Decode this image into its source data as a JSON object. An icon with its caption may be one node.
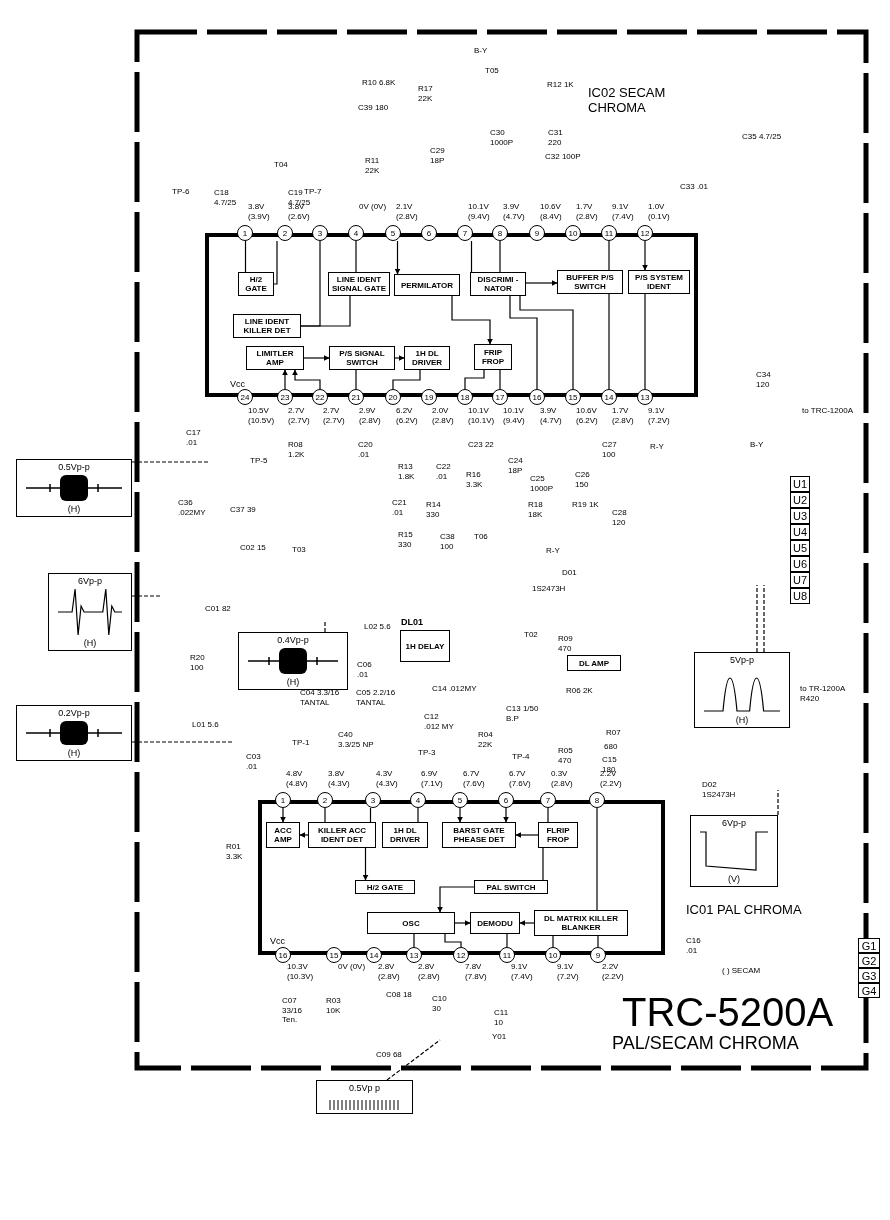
{
  "diagram": {
    "title": "TRC-5200A",
    "nodes": [
      {
        "text": [],
        "shape": "box"
      },
      {
        "text": [
          "H/2 GATE"
        ],
        "in": 0
      },
      {
        "text": [
          "LINE IDENT SIGNAL GATE"
        ],
        "in": 0
      },
      {
        "text": [
          "PERMILATOR"
        ],
        "in": 0
      },
      {
        "text": [
          "DISCRIMI -NATOR"
        ],
        "in": 0
      },
      {
        "text": [
          "BUFFER P/S SWITCH"
        ],
        "in": 0
      },
      {
        "text": [
          "P/S SYSTEM IDENT"
        ],
        "in": 0
      },
      {
        "text": [
          "LINE IDENT KILLER DET"
        ],
        "in": 0
      },
      {
        "text": [
          "LIMITLER AMP"
        ],
        "in": 0
      },
      {
        "text": [
          "P/S SIGNAL SWITCH"
        ],
        "in": 0
      },
      {
        "text": [
          "1H DL DRIVER"
        ],
        "in": 0
      },
      {
        "text": [
          "FRIP FROP"
        ],
        "in": 0
      },
      {
        "text": [
          "1"
        ]
      },
      {
        "text": [
          "2"
        ]
      },
      {
        "text": [
          "3"
        ]
      },
      {
        "text": [
          "4"
        ]
      },
      {
        "text": [
          "5"
        ]
      },
      {
        "text": [
          "6"
        ]
      },
      {
        "text": [
          "7"
        ]
      },
      {
        "text": [
          "8"
        ]
      },
      {
        "text": [
          "9"
        ]
      },
      {
        "text": [
          "10"
        ]
      },
      {
        "text": [
          "11"
        ]
      },
      {
        "text": [
          "12"
        ]
      },
      {
        "text": [
          "24"
        ]
      },
      {
        "text": [
          "23"
        ]
      },
      {
        "text": [
          "22"
        ]
      },
      {
        "text": [
          "21"
        ]
      },
      {
        "text": [
          "20"
        ]
      },
      {
        "text": [
          "19"
        ]
      },
      {
        "text": [
          "18"
        ]
      },
      {
        "text": [
          "17"
        ]
      },
      {
        "text": [
          "16"
        ]
      },
      {
        "text": [
          "15"
        ]
      },
      {
        "text": [
          "14"
        ]
      },
      {
        "text": [
          "13"
        ]
      },
      {
        "text": [],
        "shape": "box"
      },
      {
        "text": [
          "ACC AMP"
        ],
        "in": 36
      },
      {
        "text": [
          "KILLER ACC IDENT DET"
        ],
        "in": 36
      },
      {
        "text": [
          "1H DL DRIVER"
        ],
        "in": 36
      },
      {
        "text": [
          "BARST GATE PHEASE DET"
        ],
        "in": 36
      },
      {
        "text": [
          "FLRIP FROP"
        ],
        "in": 36
      },
      {
        "text": [
          "H/2 GATE"
        ],
        "in": 36
      },
      {
        "text": [
          "PAL SWITCH"
        ],
        "in": 36
      },
      {
        "text": [
          "OSC"
        ],
        "in": 36
      },
      {
        "text": [
          "DEMODU"
        ],
        "in": 36
      },
      {
        "text": [
          "DL MATRIX KILLER BLANKER"
        ],
        "in": 36
      },
      {
        "text": [
          "1"
        ]
      },
      {
        "text": [
          "2"
        ]
      },
      {
        "text": [
          "3"
        ]
      },
      {
        "text": [
          "4"
        ]
      },
      {
        "text": [
          "5"
        ]
      },
      {
        "text": [
          "6"
        ]
      },
      {
        "text": [
          "7"
        ]
      },
      {
        "text": [
          "8"
        ]
      },
      {
        "text": [
          "16"
        ]
      },
      {
        "text": [
          "15"
        ]
      },
      {
        "text": [
          "14"
        ]
      },
      {
        "text": [
          "13"
        ]
      },
      {
        "text": [
          "12"
        ]
      },
      {
        "text": [
          "11"
        ]
      },
      {
        "text": [
          "10"
        ]
      },
      {
        "text": [
          "9"
        ]
      },
      {
        "text": [
          "1H DELAY"
        ],
        "beside": [
          "DL01"
        ]
      },
      {
        "text": [
          "DL AMP"
        ]
      },
      {
        "text": [
          "U1"
        ]
      },
      {
        "text": [
          "U2"
        ]
      },
      {
        "text": [
          "U3"
        ]
      },
      {
        "text": [
          "U4"
        ]
      },
      {
        "text": [
          "U5"
        ]
      },
      {
        "text": [
          "U6"
        ]
      },
      {
        "text": [
          "U7"
        ]
      },
      {
        "text": [
          "U8"
        ]
      },
      {
        "text": [
          "G1"
        ]
      },
      {
        "text": [
          "G2"
        ]
      },
      {
        "text": [
          "G3"
        ]
      },
      {
        "text": [
          "G4"
        ]
      },
      {
        "text": [
          "0.5Vp-p",
          "(H)"
        ]
      },
      {
        "text": [
          "6Vp-p",
          "(H)"
        ]
      },
      {
        "text": [
          "0.4Vp-p",
          "(H)"
        ]
      },
      {
        "text": [
          "0.2Vp-p",
          "(H)"
        ]
      },
      {
        "text": [
          "5Vp-p",
          "(H)"
        ]
      },
      {
        "text": [
          "6Vp-p",
          "(V)"
        ]
      },
      {
        "text": [
          "0.5Vp p"
        ]
      }
    ],
    "edges": [
      {
        "from": 12,
        "to": 1,
        "arrow": "none"
      },
      {
        "from": 13,
        "to": 1,
        "arrow": "none"
      },
      {
        "from": 14,
        "to": 7,
        "arrow": "none"
      },
      {
        "from": 15,
        "to": 2,
        "arrow": "none"
      },
      {
        "from": 16,
        "to": 3,
        "arrow": "to"
      },
      {
        "from": 18,
        "to": 4,
        "arrow": "none"
      },
      {
        "from": 19,
        "to": 4,
        "arrow": "none"
      },
      {
        "from": 4,
        "to": 5,
        "arrow": "to"
      },
      {
        "from": 22,
        "to": 5,
        "arrow": "none"
      },
      {
        "from": 23,
        "to": 6,
        "arrow": "to"
      },
      {
        "from": 3,
        "to": 11,
        "arrow": "to"
      },
      {
        "from": 8,
        "to": 9,
        "arrow": "to"
      },
      {
        "from": 9,
        "to": 10,
        "arrow": "to"
      },
      {
        "from": 25,
        "to": 8,
        "arrow": "to"
      },
      {
        "from": 26,
        "to": 8,
        "arrow": "to"
      },
      {
        "from": 27,
        "to": 9,
        "arrow": "none"
      },
      {
        "from": 28,
        "to": 10,
        "arrow": "none"
      },
      {
        "from": 30,
        "to": 11,
        "arrow": "none"
      },
      {
        "from": 31,
        "to": 11,
        "arrow": "none"
      },
      {
        "from": 6,
        "to": 35,
        "arrow": "none"
      },
      {
        "from": 5,
        "to": 34,
        "arrow": "none"
      },
      {
        "from": 4,
        "to": 33,
        "arrow": "none"
      },
      {
        "from": 4,
        "to": 32,
        "arrow": "none"
      },
      {
        "from": 2,
        "to": 7,
        "arrow": "none"
      },
      {
        "from": 47,
        "to": 37,
        "arrow": "to"
      },
      {
        "from": 38,
        "to": 37,
        "arrow": "to"
      },
      {
        "from": 48,
        "to": 38,
        "arrow": "none"
      },
      {
        "from": 49,
        "to": 38,
        "arrow": "none"
      },
      {
        "from": 50,
        "to": 39,
        "arrow": "none"
      },
      {
        "from": 51,
        "to": 40,
        "arrow": "to"
      },
      {
        "from": 52,
        "to": 40,
        "arrow": "to"
      },
      {
        "from": 41,
        "to": 40,
        "arrow": "to"
      },
      {
        "from": 53,
        "to": 41,
        "arrow": "none"
      },
      {
        "from": 54,
        "to": 46,
        "arrow": "none"
      },
      {
        "from": 38,
        "to": 42,
        "arrow": "to"
      },
      {
        "from": 41,
        "to": 43,
        "arrow": "none"
      },
      {
        "from": 43,
        "to": 44,
        "arrow": "to"
      },
      {
        "from": 44,
        "to": 45,
        "arrow": "to"
      },
      {
        "from": 46,
        "to": 45,
        "arrow": "to"
      },
      {
        "from": 59,
        "to": 44,
        "arrow": "none"
      },
      {
        "from": 58,
        "to": 44,
        "arrow": "none"
      },
      {
        "from": 60,
        "to": 45,
        "arrow": "none"
      },
      {
        "from": 61,
        "to": 46,
        "arrow": "none"
      },
      {
        "from": 62,
        "to": 46,
        "arrow": "none"
      },
      {
        "from": 77,
        "to": null,
        "arrow": "none",
        "style": "dashed"
      },
      {
        "from": 78,
        "to": null,
        "arrow": "none",
        "style": "dashed"
      },
      {
        "from": 79,
        "to": null,
        "arrow": "none",
        "style": "dashed"
      },
      {
        "from": 80,
        "to": null,
        "arrow": "none",
        "style": "dashed"
      },
      {
        "from": 81,
        "to": null,
        "arrow": "none",
        "style": "dashed"
      },
      {
        "from": 81,
        "to": null,
        "arrow": "none",
        "style": "dashed"
      },
      {
        "from": 82,
        "to": null,
        "arrow": "none",
        "style": "dashed"
      },
      {
        "from": 83,
        "to": null,
        "arrow": "none",
        "style": "dashed"
      }
    ],
    "labels": [
      "IC02 SECAM CHROMA",
      "T04",
      "R10 6.8K",
      "C39 180",
      "R11 22K",
      "C18 4.7/25",
      "C19 4.7/25",
      "TP-6",
      "TP-7",
      "B-Y",
      "R17 22K",
      "T05",
      "R12 1K",
      "C29 18P",
      "C30 1000P",
      "C31 220",
      "C32 100P",
      "C35 4.7/25",
      "C33 .01",
      "3.8V (3.9V)",
      "3.8V (2.6V)",
      "0V (0V)",
      "2.1V (2.8V)",
      "10.1V (9.4V)",
      "3.9V (4.7V)",
      "10.6V (8.4V)",
      "1.7V (2.8V)",
      "9.1V (7.4V)",
      "1.0V (0.1V)",
      "Vcc",
      "10.5V (10.5V)",
      "2.7V (2.7V)",
      "2.7V (2.7V)",
      "2.9V (2.8V)",
      "6.2V (6.2V)",
      "2.0V (2.8V)",
      "10.1V (10.1V)",
      "10.1V (9.4V)",
      "3.9V (4.7V)",
      "10.6V (6.2V)",
      "1.7V (2.8V)",
      "9.1V (7.2V)",
      "C34 120",
      "to TRC-1200A",
      "C17 .01",
      "TP-5",
      "R08 1.2K",
      "C20 .01",
      "C23 22",
      "C27 100",
      "R-Y",
      "B-Y",
      "R13 1.8K",
      "C22 .01",
      "R16 3.3K",
      "C24 18P",
      "C25 1000P",
      "C26 150",
      "C36 .022MY",
      "C21 .01",
      "R14 330",
      "R18 18K",
      "R19 1K",
      "C37 39",
      "C28 120",
      "R15 330",
      "C38 100",
      "T06",
      "C02 15",
      "T03",
      "R-Y",
      "D01",
      "1S2473H",
      "C01 82",
      "L02 5.6",
      "T02",
      "R09 470",
      "R20 100",
      "C06 .01",
      "C14 .012MY",
      "R06 2K",
      "C04 3.3/16 TANTAL",
      "C05 2.2/16 TANTAL",
      "C12 .012 MY",
      "C13 1/50 B.P",
      "L01 5.6",
      "C40 3.3/25 NP",
      "R04 22K",
      "R07",
      "TP-3",
      "TP-1",
      "C03 .01",
      "TP-4",
      "R05 470",
      "680",
      "C15 180",
      "D02 1S2473H",
      "to TR-1200A R420",
      "4.8V (4.8V)",
      "3.8V (4.3V)",
      "4.3V (4.3V)",
      "6.9V (7.1V)",
      "6.7V (7.6V)",
      "6.7V (7.6V)",
      "0.3V (2.8V)",
      "2.2V (2.2V)",
      "R01 3.3K",
      "IC01 PAL CHROMA",
      "C16 .01",
      "Vcc",
      "10.3V (10.3V)",
      "0V (0V)",
      "2.8V (2.8V)",
      "2.8V (2.8V)",
      "7.8V (7.8V)",
      "9.1V (7.4V)",
      "9.1V (7.2V)",
      "2.2V (2.2V)",
      "( ) SECAM",
      "C07 33/16 Ten.",
      "R03 10K",
      "C08 18",
      "C10 30",
      "C11 10",
      "Y01",
      "C09 68",
      "PAL/SECAM CHROMA"
    ]
  }
}
